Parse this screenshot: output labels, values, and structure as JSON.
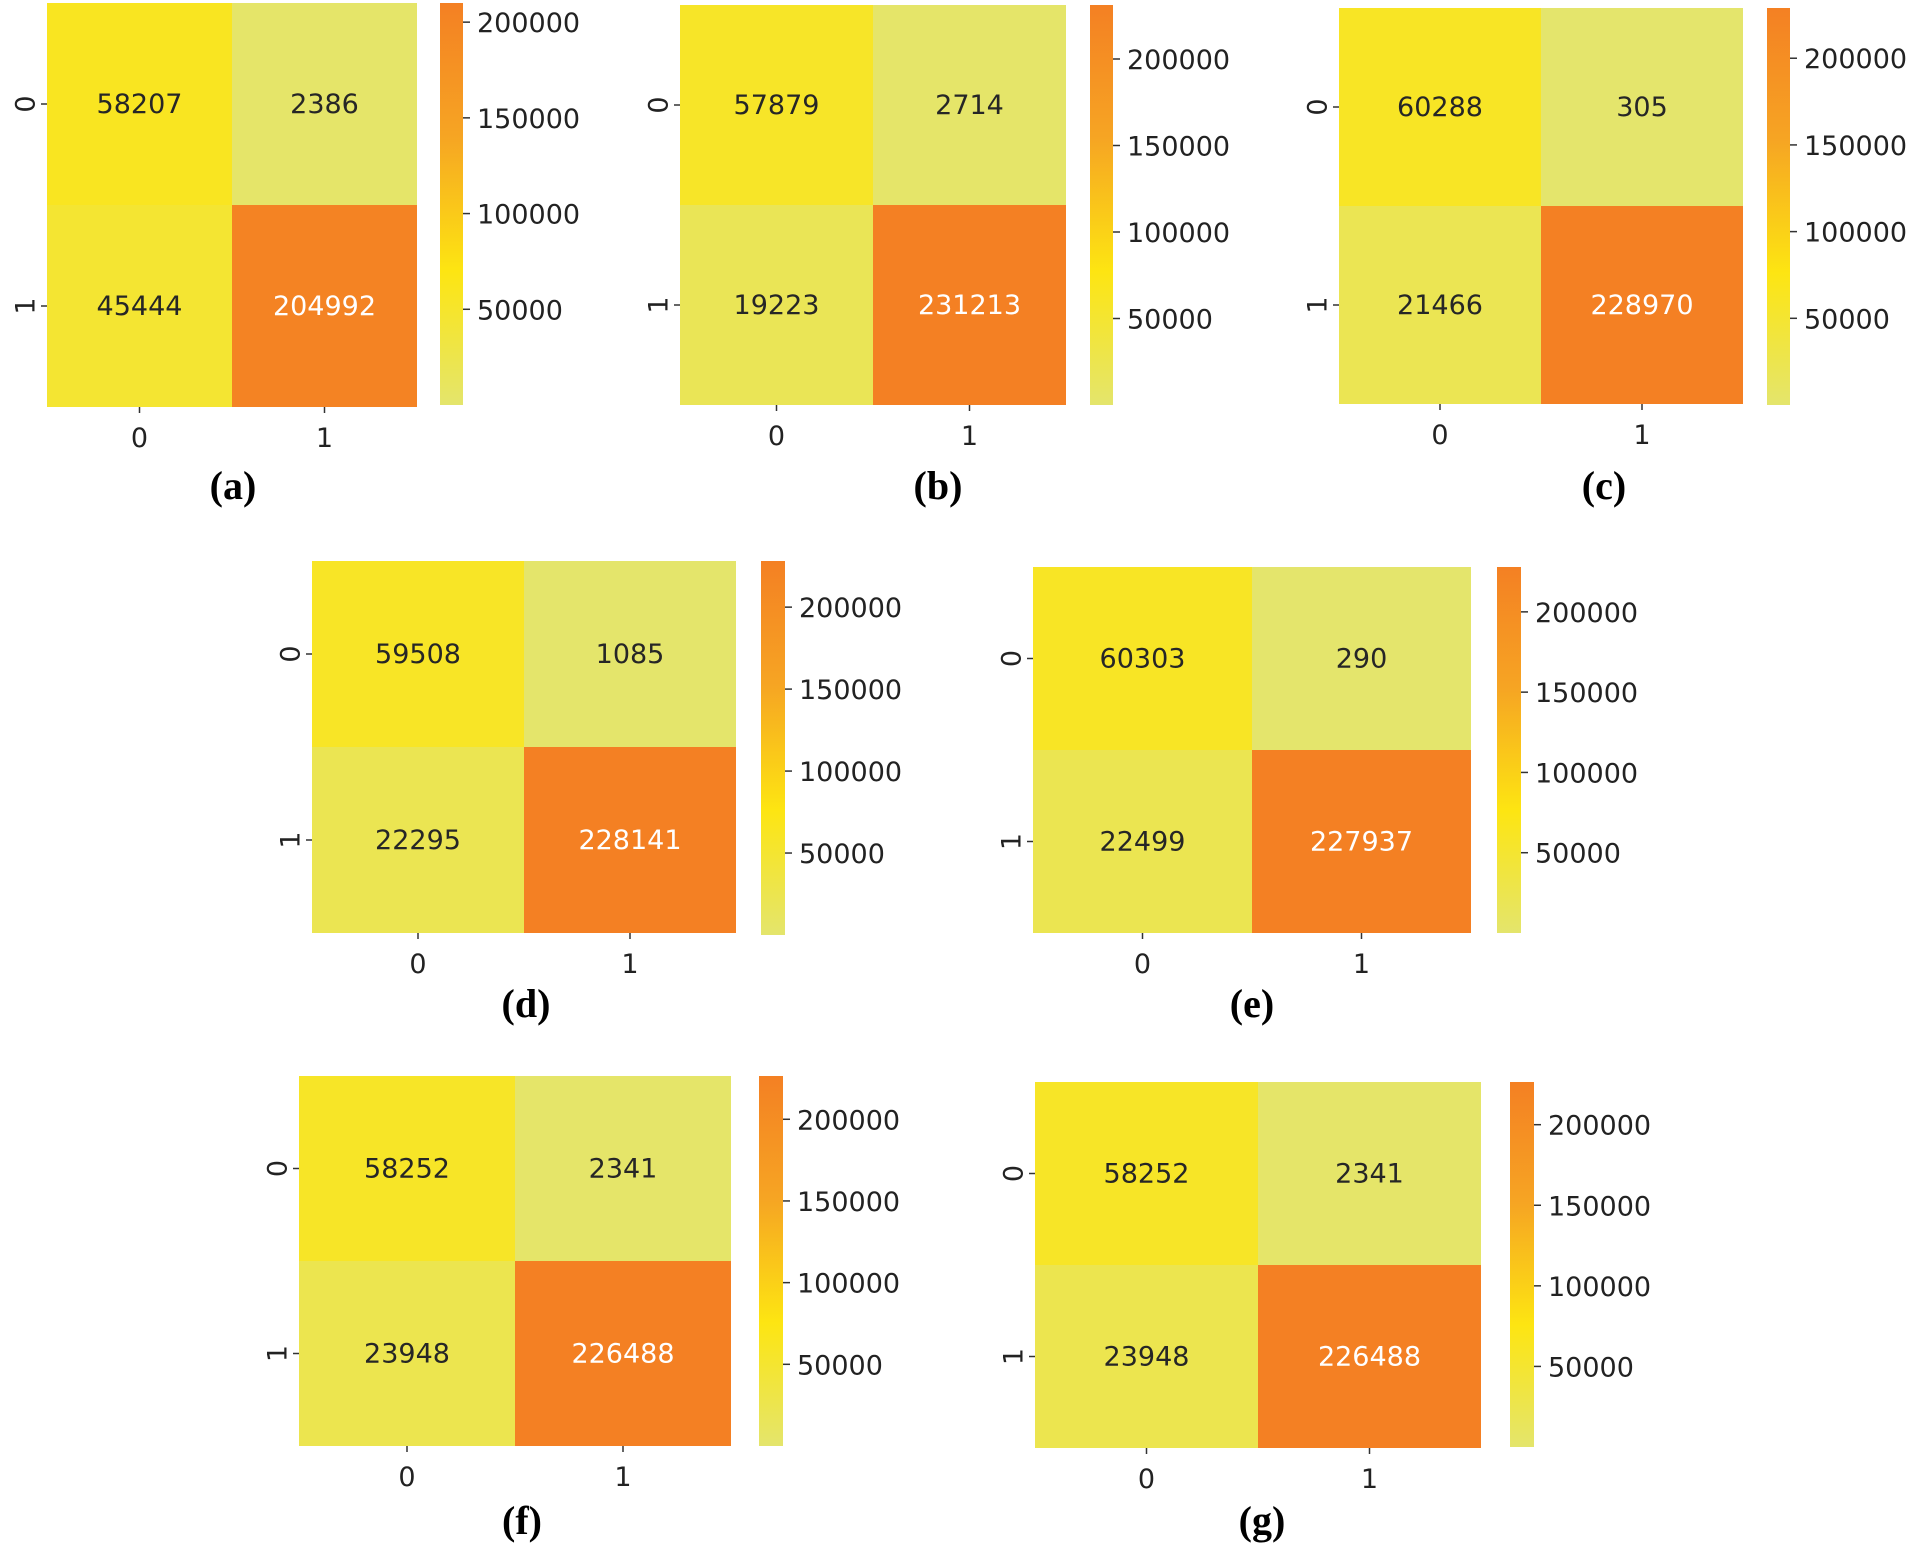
{
  "colorbar": {
    "colors": [
      "#e4e56c",
      "#fde512",
      "#f6a523",
      "#f48023"
    ],
    "tick_values": [
      50000,
      100000,
      150000,
      200000
    ]
  },
  "chart_data": [
    {
      "id": "a",
      "type": "heatmap",
      "caption": "(a)",
      "x_categories": [
        "0",
        "1"
      ],
      "y_categories": [
        "0",
        "1"
      ],
      "values": [
        [
          58207,
          2386
        ],
        [
          45444,
          204992
        ]
      ],
      "colorbar_ticks": [
        "50000",
        "100000",
        "150000",
        "200000"
      ],
      "vmin": 0,
      "vmax": 210000
    },
    {
      "id": "b",
      "type": "heatmap",
      "caption": "(b)",
      "x_categories": [
        "0",
        "1"
      ],
      "y_categories": [
        "0",
        "1"
      ],
      "values": [
        [
          57879,
          2714
        ],
        [
          19223,
          231213
        ]
      ],
      "colorbar_ticks": [
        "50000",
        "100000",
        "150000",
        "200000"
      ],
      "vmin": 0,
      "vmax": 231213
    },
    {
      "id": "c",
      "type": "heatmap",
      "caption": "(c)",
      "x_categories": [
        "0",
        "1"
      ],
      "y_categories": [
        "0",
        "1"
      ],
      "values": [
        [
          60288,
          305
        ],
        [
          21466,
          228970
        ]
      ],
      "colorbar_ticks": [
        "50000",
        "100000",
        "150000",
        "200000"
      ],
      "vmin": 0,
      "vmax": 228970
    },
    {
      "id": "d",
      "type": "heatmap",
      "caption": "(d)",
      "x_categories": [
        "0",
        "1"
      ],
      "y_categories": [
        "0",
        "1"
      ],
      "values": [
        [
          59508,
          1085
        ],
        [
          22295,
          228141
        ]
      ],
      "colorbar_ticks": [
        "50000",
        "100000",
        "150000",
        "200000"
      ],
      "vmin": 0,
      "vmax": 228141
    },
    {
      "id": "e",
      "type": "heatmap",
      "caption": "(e)",
      "x_categories": [
        "0",
        "1"
      ],
      "y_categories": [
        "0",
        "1"
      ],
      "values": [
        [
          60303,
          290
        ],
        [
          22499,
          227937
        ]
      ],
      "colorbar_ticks": [
        "50000",
        "100000",
        "150000",
        "200000"
      ],
      "vmin": 0,
      "vmax": 227937
    },
    {
      "id": "f",
      "type": "heatmap",
      "caption": "(f)",
      "x_categories": [
        "0",
        "1"
      ],
      "y_categories": [
        "0",
        "1"
      ],
      "values": [
        [
          58252,
          2341
        ],
        [
          23948,
          226488
        ]
      ],
      "colorbar_ticks": [
        "50000",
        "100000",
        "150000",
        "200000"
      ],
      "vmin": 0,
      "vmax": 226488
    },
    {
      "id": "g",
      "type": "heatmap",
      "caption": "(g)",
      "x_categories": [
        "0",
        "1"
      ],
      "y_categories": [
        "0",
        "1"
      ],
      "values": [
        [
          58252,
          2341
        ],
        [
          23948,
          226488
        ]
      ],
      "colorbar_ticks": [
        "50000",
        "100000",
        "150000",
        "200000"
      ],
      "vmin": 0,
      "vmax": 226488
    }
  ]
}
